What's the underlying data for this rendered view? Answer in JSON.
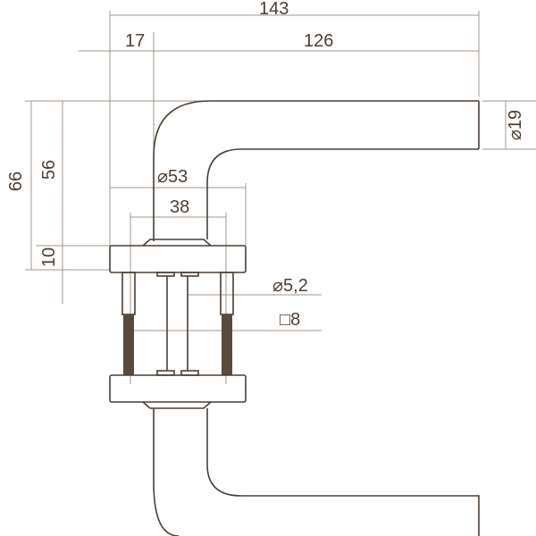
{
  "dimensions": {
    "total_length": "143",
    "offset": "17",
    "lever_length": "126",
    "lever_diameter": "⌀19",
    "total_height": "66",
    "lever_height": "56",
    "rose_height": "10",
    "rose_diameter": "⌀53",
    "screw_spacing": "38",
    "screw_diameter": "⌀5,2",
    "spindle_square": "□8"
  },
  "colors": {
    "outline": "#4a3e34",
    "dimension": "#a3968a"
  }
}
